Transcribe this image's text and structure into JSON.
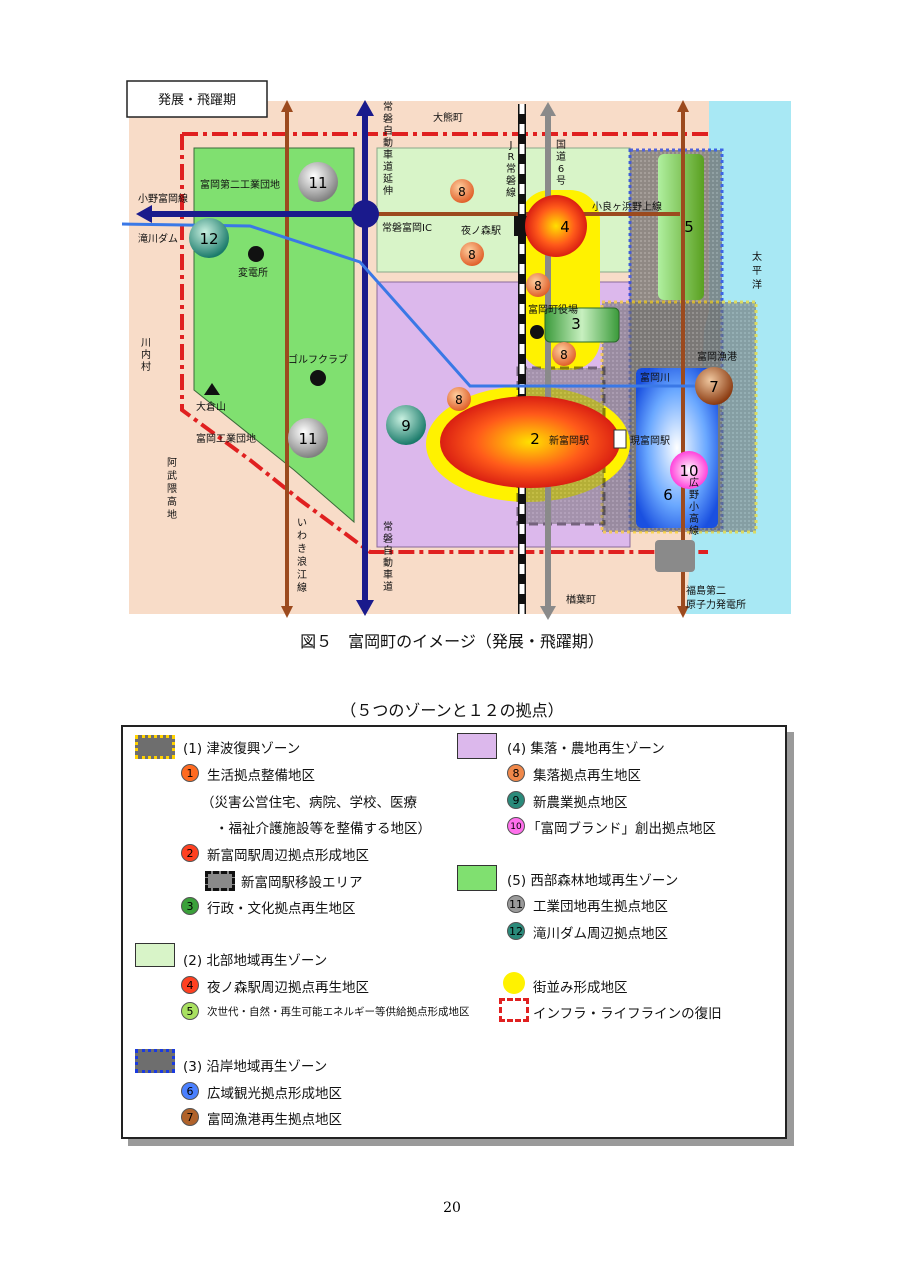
{
  "map": {
    "phase_label": "発展・飛躍期",
    "labels": {
      "okuma": "大熊町",
      "naraha": "楢葉町",
      "kawauchi": "川内村",
      "abukuma": "阿武隈高地",
      "pacific": "太平洋",
      "ono_tomioka": "小野富岡線",
      "takigawa": "滝川ダム",
      "joban_exp_ext": "常磐自動車道延伸",
      "jr_joban": "JR常磐線",
      "route6": "国道6号",
      "koryoga": "小良ヶ浜野上線",
      "joban_ic": "常磐富岡IC",
      "yonomori": "夜ノ森駅",
      "tomioka_2nd_park": "富岡第二工業団地",
      "substation": "変電所",
      "town_hall": "富岡町役場",
      "golf": "ゴルフクラブ",
      "tomioka_fishing": "富岡漁港",
      "tomioka_river": "富岡川",
      "okurayama": "大倉山",
      "tomioka_park": "富岡工業団地",
      "new_station": "新富岡駅",
      "current_station": "現富岡駅",
      "hirono_line": "広野小高線",
      "iwaki_namie": "いわき浪江線",
      "joban_exp": "常磐自動車道",
      "fukushima_2": "福島第二原子力発電所"
    },
    "markers": {
      "m2": "2",
      "m3": "3",
      "m4": "4",
      "m5": "5",
      "m6": "6",
      "m7": "7",
      "m8": "8",
      "m9": "9",
      "m10": "10",
      "m11": "11",
      "m12": "12"
    }
  },
  "figure_caption": "図５　富岡町のイメージ（発展・飛躍期）",
  "legend": {
    "title": "（５つのゾーンと１２の拠点）",
    "zone1": "(1) 津波復興ゾーン",
    "item1_num": "1",
    "item1": "生活拠点整備地区",
    "item1_note_a": "（災害公営住宅、病院、学校、医療",
    "item1_note_b": "・福祉介護施設等を整備する地区）",
    "item2_num": "2",
    "item2": "新富岡駅周辺拠点形成地区",
    "item_relocation": "新富岡駅移設エリア",
    "item3_num": "3",
    "item3": "行政・文化拠点再生地区",
    "zone2": "(2) 北部地域再生ゾーン",
    "item4_num": "4",
    "item4": "夜ノ森駅周辺拠点再生地区",
    "item5_num": "5",
    "item5": "次世代・自然・再生可能エネルギー等供給拠点形成地区",
    "zone3": "(3) 沿岸地域再生ゾーン",
    "item6_num": "6",
    "item6": "広域観光拠点形成地区",
    "item7_num": "7",
    "item7": "富岡漁港再生拠点地区",
    "zone4": "(4) 集落・農地再生ゾーン",
    "item8_num": "8",
    "item8": "集落拠点再生地区",
    "item9_num": "9",
    "item9": "新農業拠点地区",
    "item10_num": "10",
    "item10": "「富岡ブランド」創出拠点地区",
    "zone5": "(5) 西部森林地域再生ゾーン",
    "item11_num": "11",
    "item11": "工業団地再生拠点地区",
    "item12_num": "12",
    "item12": "滝川ダム周辺拠点地区",
    "townscape": "街並み形成地区",
    "infra": "インフラ・ライフラインの復旧"
  },
  "page_number": "20",
  "colors": {
    "sea": "#a8e8f4",
    "land": "#f8dcc8",
    "west_forest": "#80e070",
    "north": "#d8f4c8",
    "village": "#dcb8ec",
    "coastal_zone": "#707070",
    "infra_red": "#e02020",
    "expressway": "#1a1a8c",
    "brown_road": "#9c4a1e",
    "river": "#3a78e6",
    "townscape_yellow": "#fff200"
  }
}
